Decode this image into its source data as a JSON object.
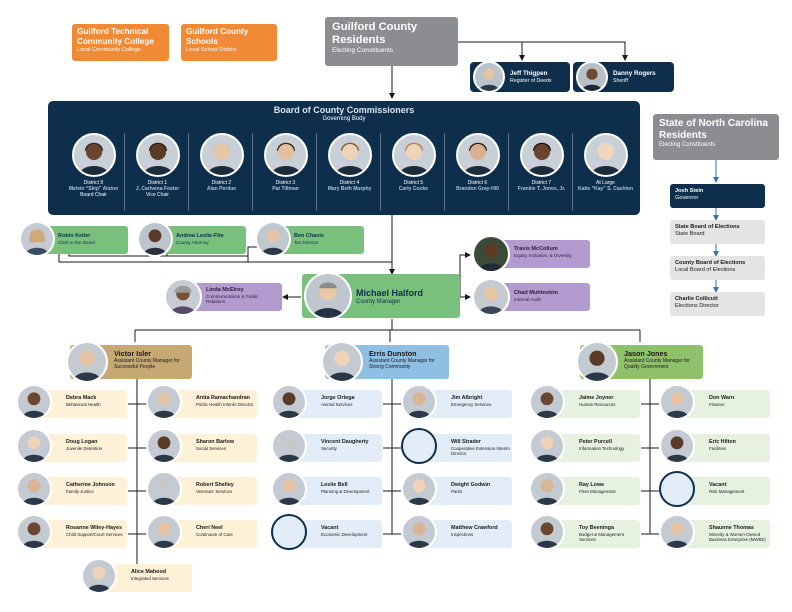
{
  "colors": {
    "navy": "#0d2f4b",
    "orange": "#f08a34",
    "gray": "#8c8d90",
    "green": "#79c07d",
    "purple": "#b29ccf",
    "tan_header": "#c6a972",
    "blue_header": "#8fc0e4",
    "green_header": "#8fc06a",
    "tan_card": "#fdf1d7",
    "blue_card": "#e2edf8",
    "green_card": "#e6f1df"
  },
  "top_left_boxes": [
    {
      "title": "Guilford Technical Community College",
      "subtitle": "Local Community College"
    },
    {
      "title": "Guilford County Schools",
      "subtitle": "Local School District"
    }
  ],
  "residents": {
    "title": "Guilford County Residents",
    "subtitle": "Electing Constituents"
  },
  "elected_officials": [
    {
      "name": "Jeff Thigpen",
      "role": "Register of Deeds",
      "icon": "person-photo-icon"
    },
    {
      "name": "Danny Rogers",
      "role": "Sheriff",
      "icon": "person-photo-icon"
    }
  ],
  "board": {
    "title": "Board of County Commissioners",
    "subtitle": "Governing Body",
    "members": [
      {
        "district": "District 8",
        "name": "Melvin “Skip” Alston",
        "title": "Board Chair"
      },
      {
        "district": "District 1",
        "name": "J. Carlvena Foster",
        "title": "Vice Chair"
      },
      {
        "district": "District 2",
        "name": "Alan Perdue",
        "title": ""
      },
      {
        "district": "District 3",
        "name": "Pat Tillman",
        "title": ""
      },
      {
        "district": "District 4",
        "name": "Mary Beth Murphy",
        "title": ""
      },
      {
        "district": "District 5",
        "name": "Carly Cooke",
        "title": ""
      },
      {
        "district": "District 6",
        "name": "Brandon Gray-Hill",
        "title": ""
      },
      {
        "district": "District 7",
        "name": "Frankie T. Jones, Jr.",
        "title": ""
      },
      {
        "district": "At Large",
        "name": "Katie “Kay” S. Cashion",
        "title": ""
      }
    ]
  },
  "board_staff": [
    {
      "name": "Robin Keller",
      "role": "Clerk to the Board"
    },
    {
      "name": "Andrea Leslie-Fite",
      "role": "County Attorney"
    },
    {
      "name": "Ben Chavis",
      "role": "Tax Director"
    }
  ],
  "state": {
    "title": "State of North Carolina Residents",
    "subtitle": "Electing Constituents",
    "chain": [
      {
        "name": "Josh Stein",
        "role": "Governor"
      },
      {
        "name": "State Board of Elections",
        "role": "State Board"
      },
      {
        "name": "County Board of Elections",
        "role": "Local Board of Elections"
      },
      {
        "name": "Charlie Collicutt",
        "role": "Elections Director"
      }
    ]
  },
  "manager": {
    "name": "Michael Halford",
    "role": "County Manager"
  },
  "manager_staff_left": {
    "name": "Linda McElroy",
    "role": "Communications & Public Relations"
  },
  "manager_staff_right": [
    {
      "name": "Travis McCollum",
      "role": "Equity, Inclusion, & Diversity"
    },
    {
      "name": "Chad Muhlestein",
      "role": "Internal Audit"
    }
  ],
  "assistant_managers": [
    {
      "name": "Victor Isler",
      "role": "Assistant County Manager for Successful People",
      "departments": [
        {
          "name": "Debra Mack",
          "role": "Behavioral Health"
        },
        {
          "name": "Anita Ramachandran",
          "role": "Public Health Interim Director"
        },
        {
          "name": "Doug Logan",
          "role": "Juvenile Detention"
        },
        {
          "name": "Sharon Barlow",
          "role": "Social Services"
        },
        {
          "name": "Catherine Johnson",
          "role": "Family Justice"
        },
        {
          "name": "Robert Shelley",
          "role": "Veterans’ Services"
        },
        {
          "name": "Rosanne Wiley-Hayes",
          "role": "Child Support/Court Services"
        },
        {
          "name": "Cheri Neel",
          "role": "Continuum of Care"
        },
        {
          "name": "Alice Mahood",
          "role": "Integrated Services"
        }
      ]
    },
    {
      "name": "Erris Dunston",
      "role": "Assistant County Manager for Strong Community",
      "departments": [
        {
          "name": "Jorge Ortega",
          "role": "Animal Services"
        },
        {
          "name": "Jim Albright",
          "role": "Emergency Services"
        },
        {
          "name": "Vincent Daugherty",
          "role": "Security"
        },
        {
          "name": "Will Strader",
          "role": "Cooperative Extension Interim Director"
        },
        {
          "name": "Leslie Bell",
          "role": "Planning & Development"
        },
        {
          "name": "Dwight Godwin",
          "role": "Parks"
        },
        {
          "name": "Vacant",
          "role": "Economic Development"
        },
        {
          "name": "Matthew Crawford",
          "role": "Inspections"
        }
      ]
    },
    {
      "name": "Jason Jones",
      "role": "Assistant County Manager for Quality Government",
      "departments": [
        {
          "name": "Jaime Joyner",
          "role": "Human Resources"
        },
        {
          "name": "Don Warn",
          "role": "Finance"
        },
        {
          "name": "Peter Purcell",
          "role": "Information Technology"
        },
        {
          "name": "Eric Hilton",
          "role": "Facilities"
        },
        {
          "name": "Ray Lowe",
          "role": "Fleet Management"
        },
        {
          "name": "Vacant",
          "role": "Risk Management"
        },
        {
          "name": "Toy Beeninga",
          "role": "Budget & Management Services"
        },
        {
          "name": "Shaunne Thomas",
          "role": "Minority & Women-Owned Business Enterprise (MWBE)"
        }
      ]
    }
  ]
}
